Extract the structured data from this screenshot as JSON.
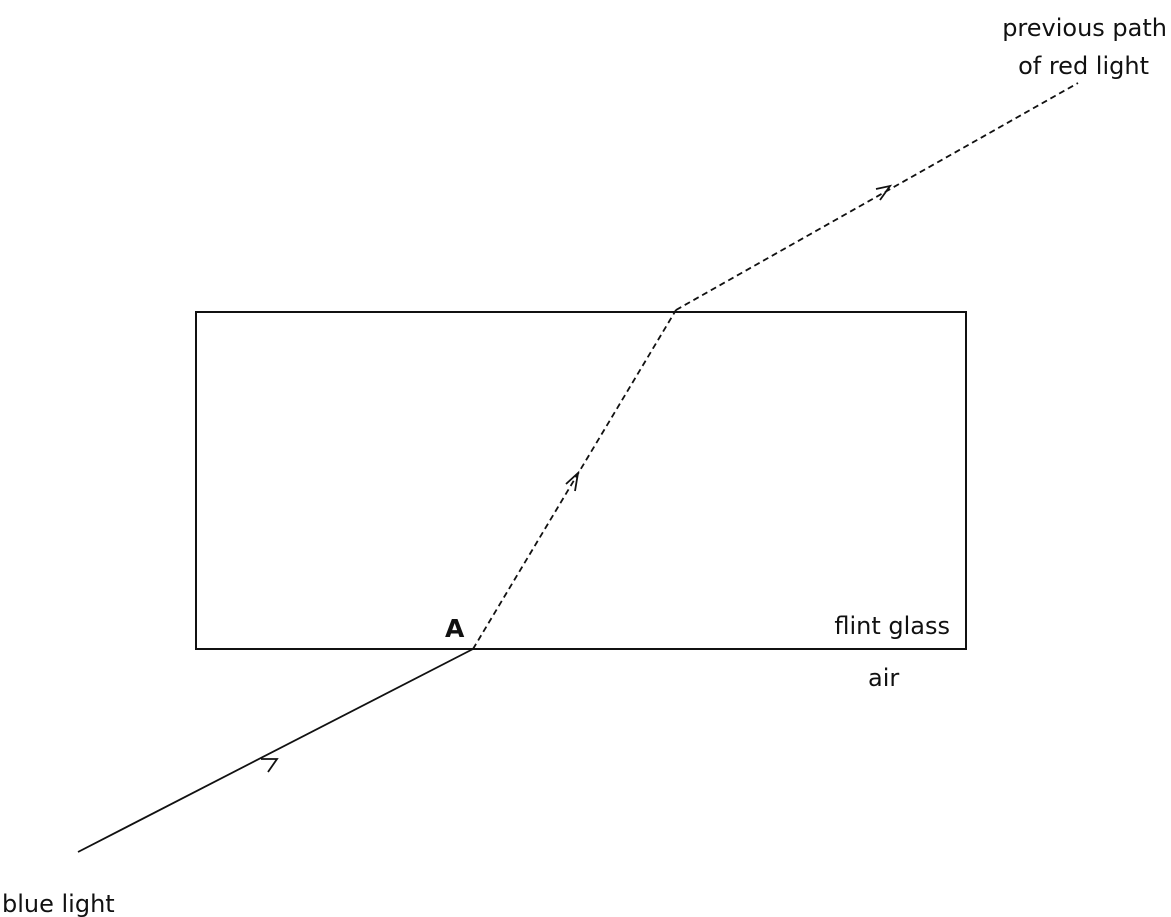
{
  "labels": {
    "previous_path_line1": "previous path",
    "previous_path_line2": "of red light",
    "point_a": "A",
    "flint_glass": "flint glass",
    "air": "air",
    "blue_light": "blue light"
  },
  "colors": {
    "stroke": "#111111"
  }
}
